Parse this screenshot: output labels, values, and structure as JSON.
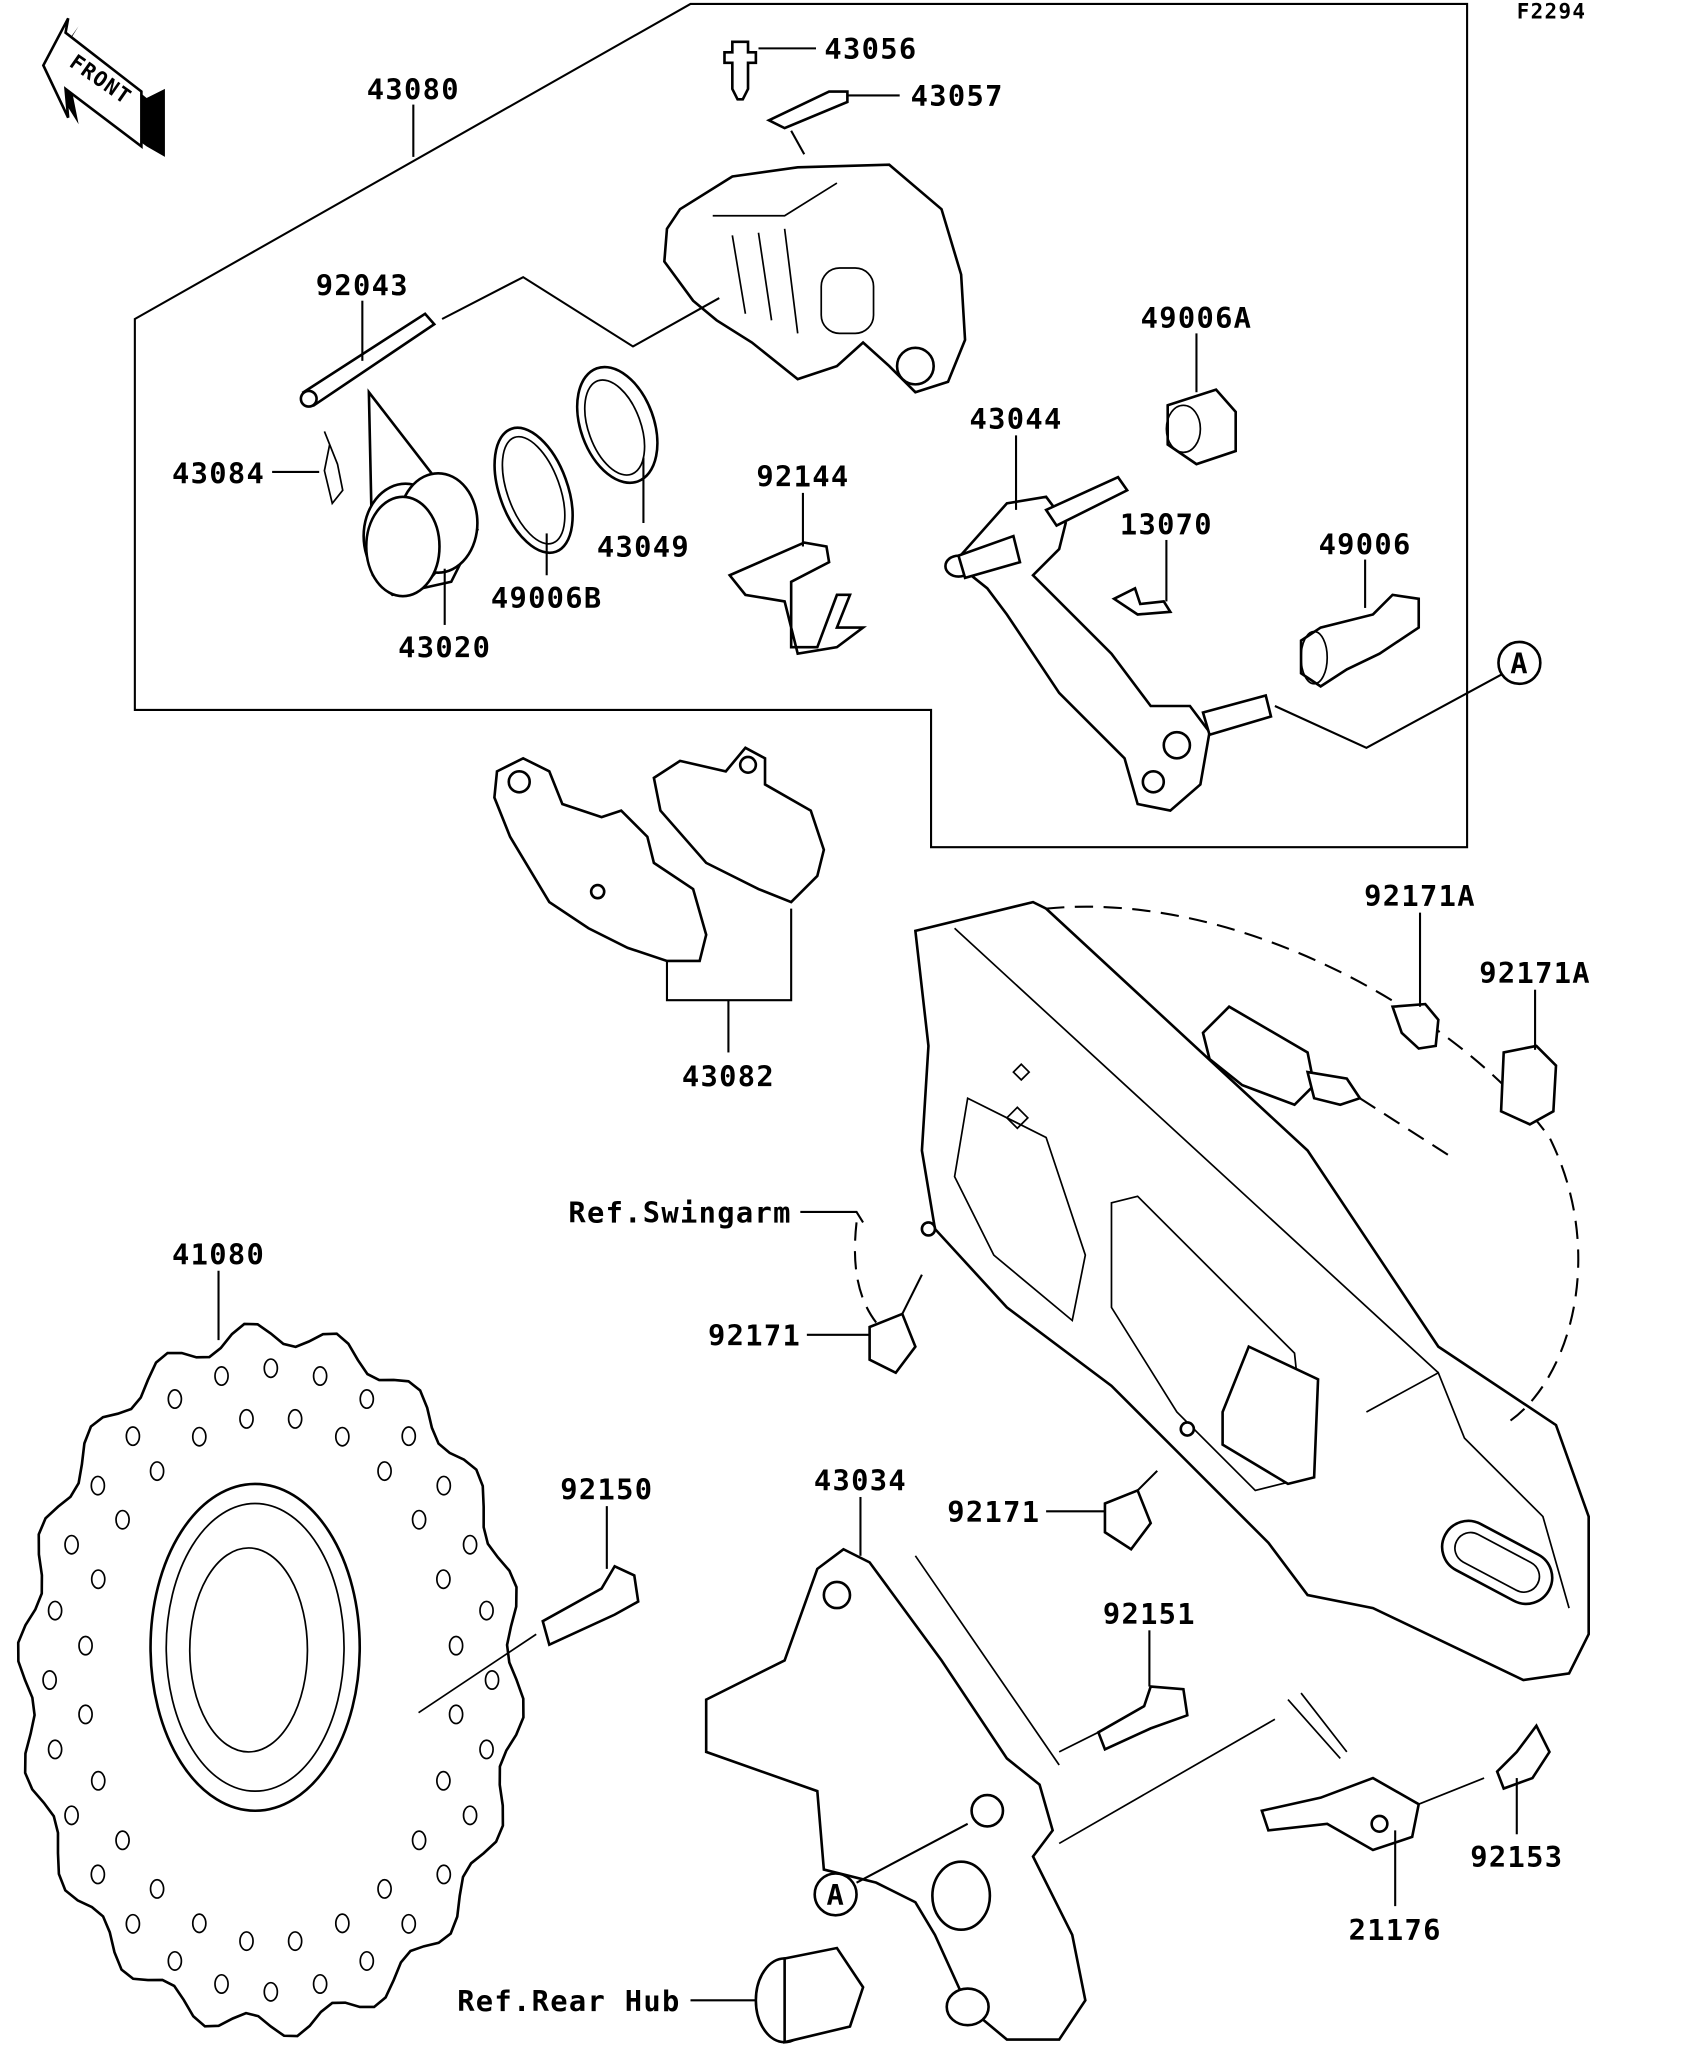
{
  "diagram_code": "F2294",
  "front_arrow": "FRONT",
  "labels": {
    "p43056": "43056",
    "p43057": "43057",
    "p43080": "43080",
    "p92043": "92043",
    "p43084": "43084",
    "p43049": "43049",
    "p49006B": "49006B",
    "p43020": "43020",
    "p92144": "92144",
    "p43044": "43044",
    "p49006A": "49006A",
    "p13070": "13070",
    "p49006": "49006",
    "p92171A_1": "92171A",
    "p92171A_2": "92171A",
    "p43082": "43082",
    "ref_swingarm": "Ref.Swingarm",
    "p41080": "41080",
    "p92171_1": "92171",
    "p92150": "92150",
    "p43034": "43034",
    "p92171_2": "92171",
    "p92151": "92151",
    "p92153": "92153",
    "p21176": "21176",
    "ref_rear_hub": "Ref.Rear Hub",
    "marker_a1": "A",
    "marker_a2": "A"
  }
}
